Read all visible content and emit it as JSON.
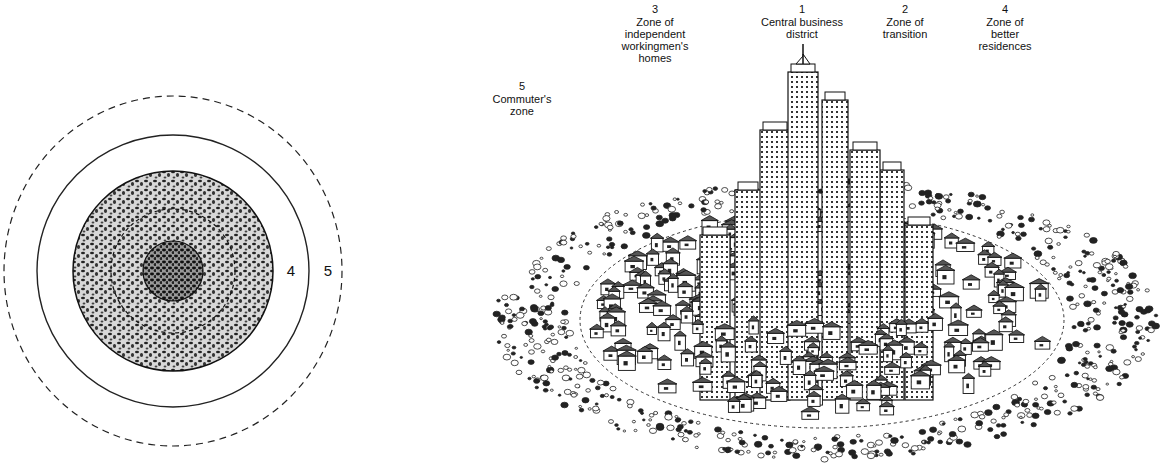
{
  "diagram": {
    "nodes": [
      {
        "text": [
          "5"
        ]
      },
      {
        "text": [
          "4"
        ],
        "in": 0
      }
    ],
    "labels": [
      "5",
      "Commuter's zone",
      "3",
      "Zone of independent workingmen's homes",
      "1",
      "Central business district",
      "2",
      "Zone of transition",
      "4",
      "Zone of better residences"
    ]
  }
}
